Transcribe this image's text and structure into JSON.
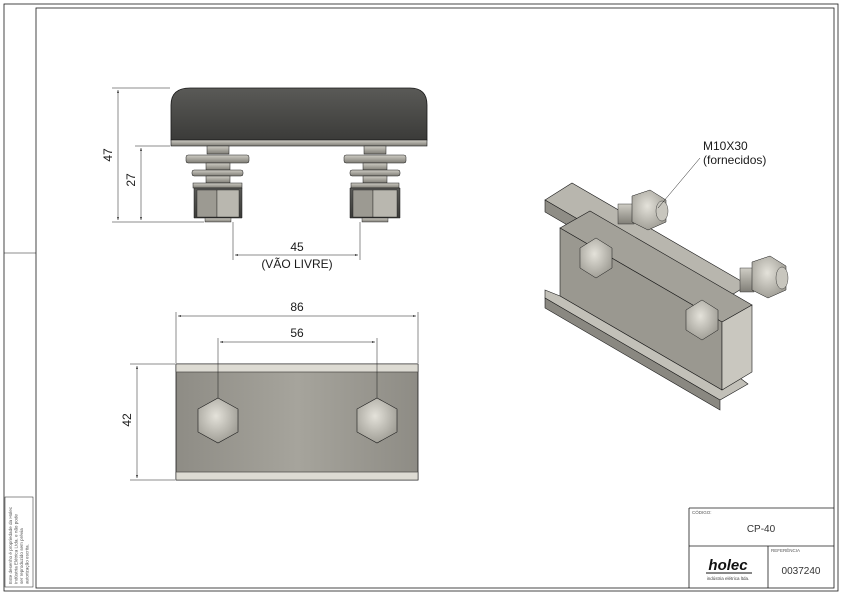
{
  "drawing": {
    "dimensions": {
      "height_total": "47",
      "height_inner": "27",
      "gap_value": "45",
      "gap_note": "(VÃO LIVRE)",
      "width_total": "86",
      "bolt_spacing": "56",
      "depth": "42"
    },
    "callout": {
      "line1": "M10X30",
      "line2": "(fornecidos)"
    }
  },
  "title_block": {
    "codigo_label": "CÓDIGO:",
    "codigo_value": "CP-40",
    "referencia_label": "REFERÊNCIA",
    "referencia_value": "0037240",
    "logo": "holec",
    "logo_subtitle": "indústria elétrica ltda."
  },
  "side_note": {
    "line1": "Este desenho é propriedade da Holec",
    "line2": "Indústria Elétrica Ltda. e não pode",
    "line3": "ser reproduzido sem prévia",
    "line4": "autorização escrita."
  },
  "colors": {
    "line": "#1a1a1a",
    "pad": "#4a4a48",
    "metal": "#a9a79f",
    "metal_dark": "#7c7a73",
    "metal_light": "#d6d4cc"
  }
}
